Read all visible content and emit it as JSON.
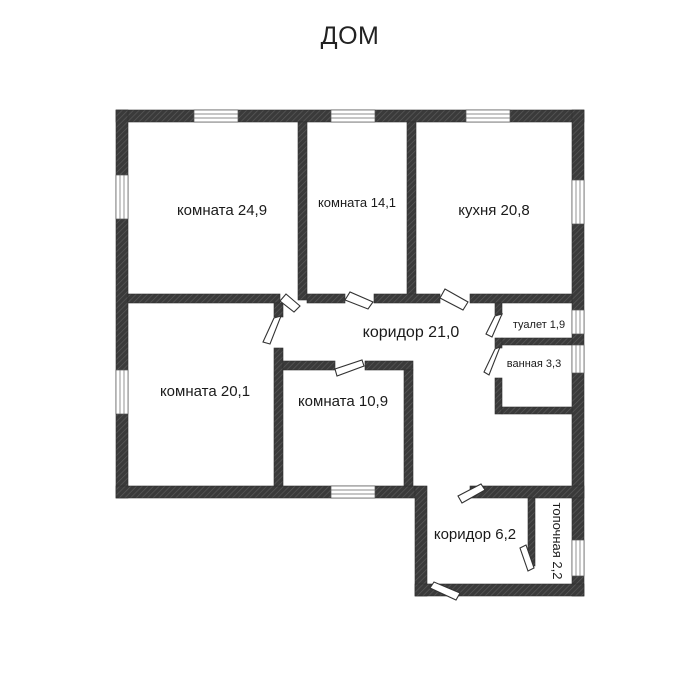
{
  "title": "ДОМ",
  "rooms": {
    "room1": "комната 24,9",
    "room2": "комната 14,1",
    "kitchen": "кухня 20,8",
    "room3": "комната 20,1",
    "room4": "комната 10,9",
    "corridor1": "коридор 21,0",
    "toilet": "туалет 1,9",
    "bathroom": "ванная 3,3",
    "corridor2": "коридор 6,2",
    "furnace": "топочная 2,2"
  }
}
